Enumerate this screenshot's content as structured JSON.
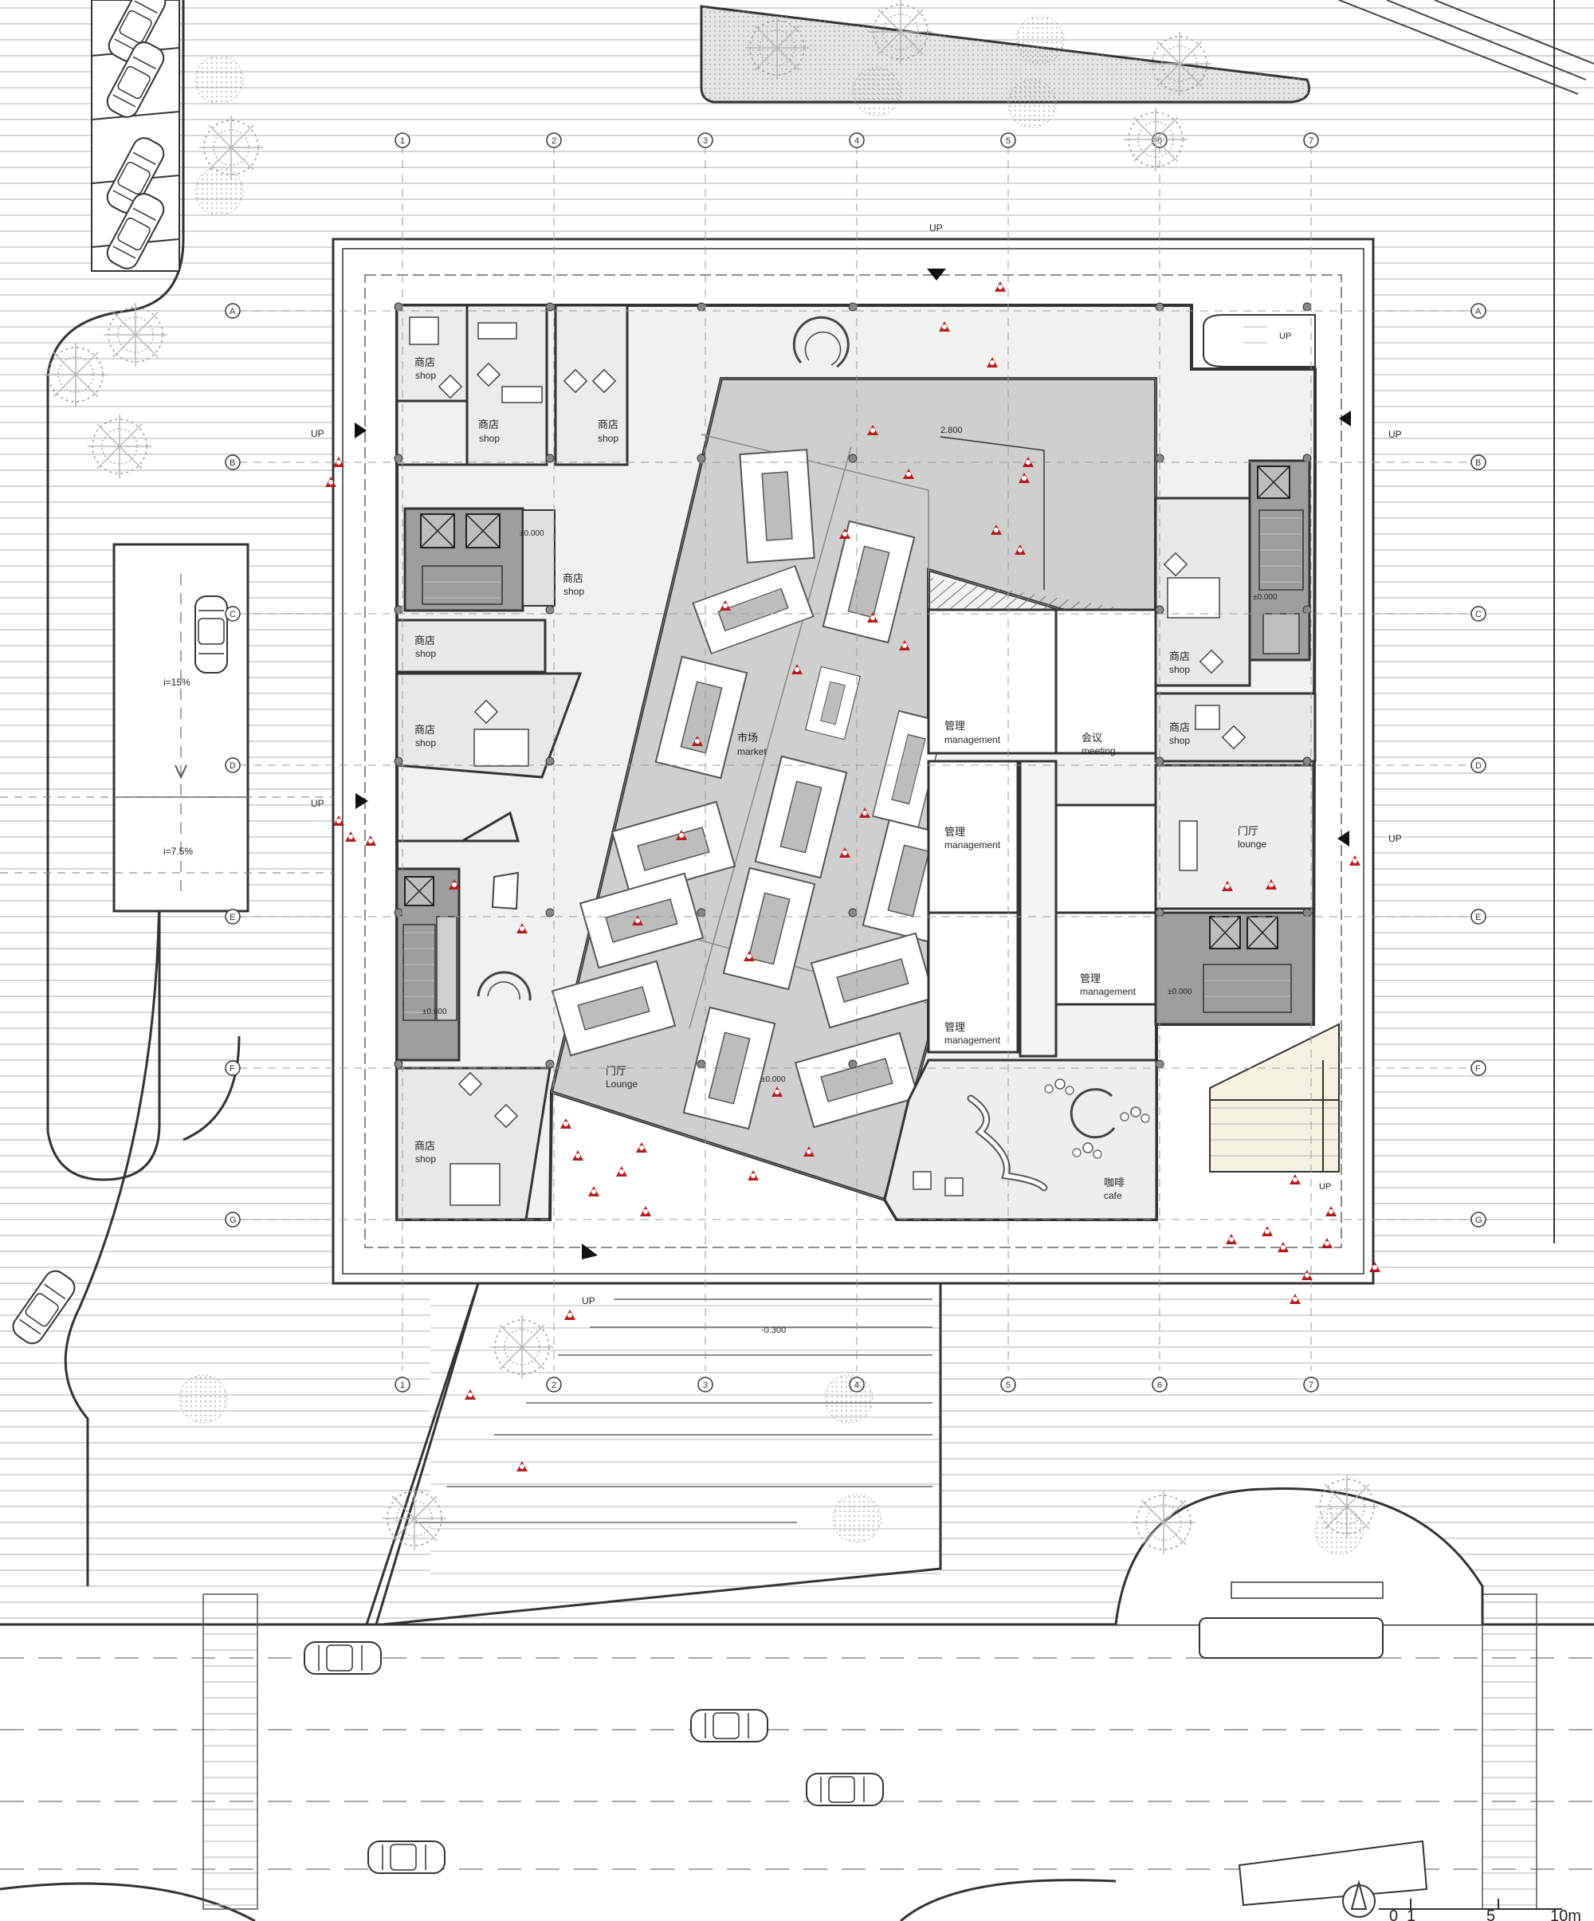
{
  "grid": {
    "columns": [
      "1",
      "2",
      "3",
      "4",
      "5",
      "6",
      "7"
    ],
    "rows": [
      "A",
      "B",
      "C",
      "D",
      "E",
      "F",
      "G"
    ]
  },
  "levels": {
    "ramp_upper": "i=15%",
    "ramp_lower": "i=7.5%",
    "market": "2.800",
    "plaza": "-0.300",
    "core_nw": "±0.000",
    "core_sw": "±0.000",
    "core_ne": "±0.000",
    "core_se": "±0.000",
    "lounge_s": "±0.000"
  },
  "up": {
    "north": "UP",
    "west_upper": "UP",
    "west_mid": "UP",
    "east_upper": "UP",
    "east_mid": "UP",
    "south": "UP",
    "stair_ne": "UP",
    "stair_se": "UP"
  },
  "rooms": {
    "shop_1": {
      "zh": "商店",
      "en": "shop"
    },
    "shop_2": {
      "zh": "商店",
      "en": "shop"
    },
    "shop_3": {
      "zh": "商店",
      "en": "shop"
    },
    "shop_4": {
      "zh": "商店",
      "en": "shop"
    },
    "shop_5": {
      "zh": "商店",
      "en": "shop"
    },
    "shop_6": {
      "zh": "商店",
      "en": "shop"
    },
    "shop_7": {
      "zh": "商店",
      "en": "shop"
    },
    "shop_8": {
      "zh": "商店",
      "en": "shop"
    },
    "shop_9": {
      "zh": "商店",
      "en": "shop"
    },
    "market": {
      "zh": "市场",
      "en": "market"
    },
    "mgmt_1": {
      "zh": "管理",
      "en": "management"
    },
    "mgmt_2": {
      "zh": "管理",
      "en": "management"
    },
    "mgmt_3": {
      "zh": "管理",
      "en": "management"
    },
    "mgmt_4": {
      "zh": "管理",
      "en": "management"
    },
    "meeting": {
      "zh": "会议",
      "en": "meeting"
    },
    "lounge_e": {
      "zh": "门厅",
      "en": "lounge"
    },
    "lounge_s": {
      "zh": "门厅",
      "en": "Lounge"
    },
    "cafe": {
      "zh": "咖啡",
      "en": "cafe"
    }
  },
  "scale": {
    "ticks": [
      "0",
      "1",
      "5",
      "10m"
    ]
  }
}
